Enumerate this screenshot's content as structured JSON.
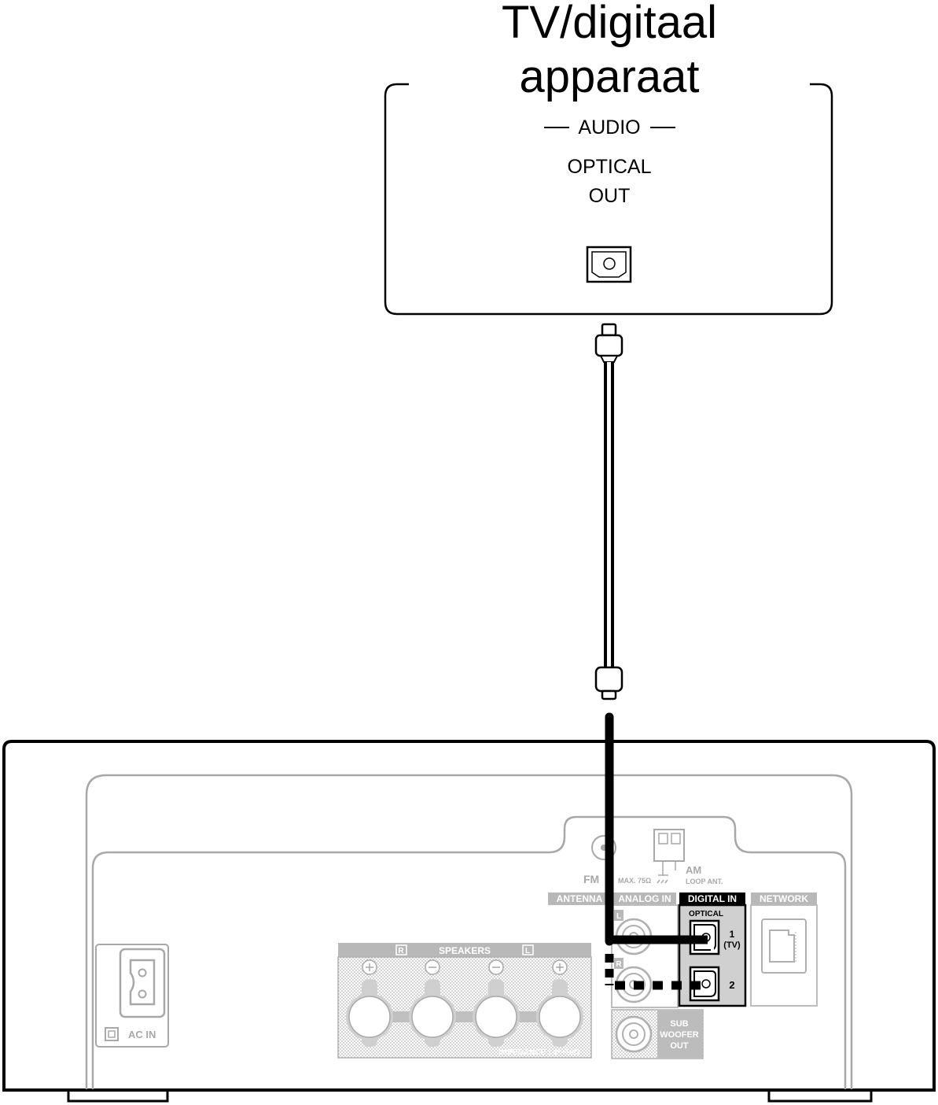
{
  "device": {
    "title_line1": "TV/digitaal",
    "title_line2": "apparaat",
    "section_label": "AUDIO",
    "output_label_line1": "OPTICAL",
    "output_label_line2": "OUT"
  },
  "receiver": {
    "ac_in": "AC IN",
    "speakers": "SPEAKERS",
    "speaker_right": "R",
    "speaker_left": "L",
    "impedance": "IMPEDANCE : 4～16Ω",
    "fm": "FM",
    "fm_spec": "MAX. 75Ω",
    "am": "AM",
    "am_spec": "LOOP ANT.",
    "antenna": "ANTENNA",
    "analog_in": "ANALOG IN",
    "analog_l": "L",
    "analog_r": "R",
    "digital_in": "DIGITAL IN",
    "optical": "OPTICAL",
    "port1": "1",
    "port1_sub": "(TV)",
    "port2": "2",
    "network": "NETWORK",
    "subwoofer_line1": "SUB",
    "subwoofer_line2": "WOOFER",
    "subwoofer_line3": "OUT"
  },
  "colors": {
    "line": "#000000",
    "faded": "#a8a8a8",
    "highlight_panel": "#d0d0d0"
  }
}
